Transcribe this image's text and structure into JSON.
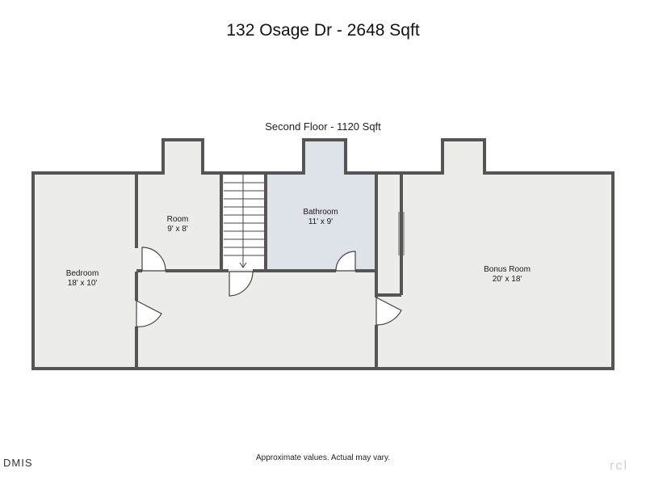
{
  "header": {
    "title": "132 Osage Dr - 2648 Sqft"
  },
  "floor": {
    "label": "Second Floor - 1120 Sqft",
    "rooms": [
      {
        "name": "Bedroom",
        "dims": "18' x 10'"
      },
      {
        "name": "Room",
        "dims": "9' x 8'"
      },
      {
        "name": "Bathroom",
        "dims": "11' x 9'"
      },
      {
        "name": "Bonus Room",
        "dims": "20' x 18'"
      }
    ]
  },
  "footer": {
    "disclaimer": "Approximate values. Actual may vary.",
    "brand": "DMIS",
    "watermark": "rcl"
  },
  "colors": {
    "wall": "#555555",
    "floor": "#ecedea",
    "bathroom": "#dee3ea",
    "background": "#ffffff"
  }
}
